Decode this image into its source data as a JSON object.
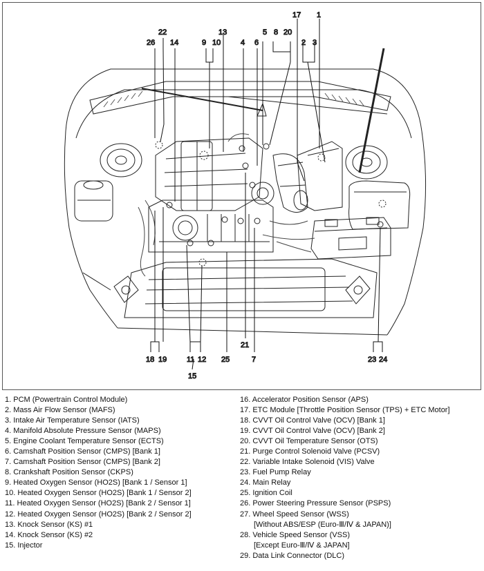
{
  "callouts": {
    "c1": "1",
    "c2": "2",
    "c3": "3",
    "c4": "4",
    "c5": "5",
    "c6": "6",
    "c7": "7",
    "c8": "8",
    "c9": "9",
    "c10": "10",
    "c11": "11",
    "c12": "12",
    "c13": "13",
    "c14": "14",
    "c15": "15",
    "c17": "17",
    "c18": "18",
    "c19": "19",
    "c20": "20",
    "c21": "21",
    "c22": "22",
    "c23": "23",
    "c24": "24",
    "c25": "25",
    "c26": "26"
  },
  "legend_left": [
    "1. PCM (Powertrain Control Module)",
    "2. Mass Air Flow Sensor (MAFS)",
    "3. Intake Air Temperature Sensor (IATS)",
    "4. Manifold Absolute Pressure Sensor (MAPS)",
    "5. Engine Coolant Temperature Sensor (ECTS)",
    "6. Camshaft Position Sensor (CMPS) [Bank 1]",
    "7. Camshaft Position Sensor (CMPS) [Bank 2]",
    "8. Crankshaft Position Sensor (CKPS)",
    "9. Heated Oxygen Sensor (HO2S) [Bank 1 / Sensor 1]",
    "10. Heated Oxygen Sensor (HO2S) [Bank 1 / Sensor 2]",
    "11. Heated Oxygen Sensor (HO2S) [Bank 2 / Sensor 1]",
    "12. Heated Oxygen Sensor (HO2S) [Bank 2 / Sensor 2]",
    "13. Knock Sensor (KS) #1",
    "14. Knock Sensor (KS) #2",
    "15. Injector"
  ],
  "legend_right": [
    "16. Accelerator Position Sensor (APS)",
    "17. ETC Module [Throttle Position Sensor (TPS) + ETC Motor]",
    "18. CVVT Oil Control Valve (OCV) [Bank 1]",
    "19. CVVT Oil Control Valve (OCV) [Bank 2]",
    "20. CVVT Oil Temperature Sensor (OTS)",
    "21. Purge Control Solenoid Valve (PCSV)",
    "22. Variable Intake Solenoid (VIS) Valve",
    "23. Fuel Pump Relay",
    "24. Main Relay",
    "25. Ignition Coil",
    "26. Power Steering Pressure Sensor (PSPS)",
    "27. Wheel Speed Sensor (WSS)",
    "[Without ABS/ESP (Euro-Ⅲ/Ⅳ & JAPAN)]",
    "28. Vehicle Speed Sensor (VSS)",
    "[Except Euro-Ⅲ/Ⅳ & JAPAN]",
    "29. Data Link Connector (DLC)"
  ]
}
